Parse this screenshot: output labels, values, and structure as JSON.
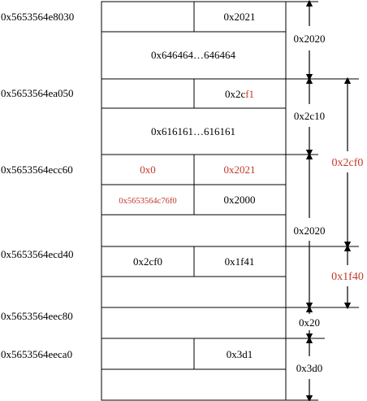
{
  "colors": {
    "text": "#000000",
    "highlight": "#c0392b",
    "line": "#000000"
  },
  "addresses": {
    "a1": "0x5653564e8030",
    "a2": "0x5653564ea050",
    "a3": "0x5653564ecc60",
    "a4": "0x5653564ecd40",
    "a5": "0x5653564eec80",
    "a6": "0x5653564eeca0"
  },
  "cells": {
    "c1_size": "0x2021",
    "c1_data": "0x646464…646464",
    "c2_size_prefix": "0x2c",
    "c2_size_suffix": "f1",
    "c2_data": "0x616161…616161",
    "c3_prev": "0x0",
    "c3_size": "0x2021",
    "c3_fd": "0x5653564c76f0",
    "c3_bk": "0x2000",
    "c4_prev": "0x2cf0",
    "c4_size": "0x1f41",
    "c6_size": "0x3d1"
  },
  "spans": {
    "s1": "0x2020",
    "s2": "0x2c10",
    "s3": "0x2020",
    "s4": "0x20",
    "s5": "0x3d0",
    "big1": "0x2cf0",
    "big2": "0x1f40"
  }
}
